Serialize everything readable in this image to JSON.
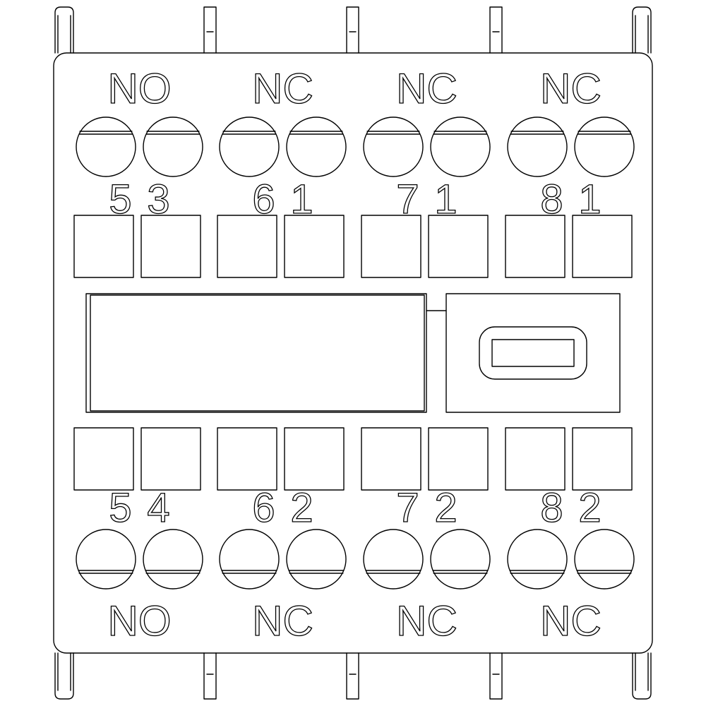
{
  "terminals": {
    "top": [
      {
        "type": "NO",
        "left": "5",
        "right": "3"
      },
      {
        "type": "NC",
        "left": "6",
        "right": "1"
      },
      {
        "type": "NC",
        "left": "7",
        "right": "1"
      },
      {
        "type": "NC",
        "left": "8",
        "right": "1"
      }
    ],
    "bottom": [
      {
        "type": "NO",
        "left": "5",
        "right": "4"
      },
      {
        "type": "NC",
        "left": "6",
        "right": "2"
      },
      {
        "type": "NC",
        "left": "7",
        "right": "2"
      },
      {
        "type": "NC",
        "left": "8",
        "right": "2"
      }
    ]
  },
  "colors": {
    "line": "#000000",
    "background": "#ffffff"
  }
}
